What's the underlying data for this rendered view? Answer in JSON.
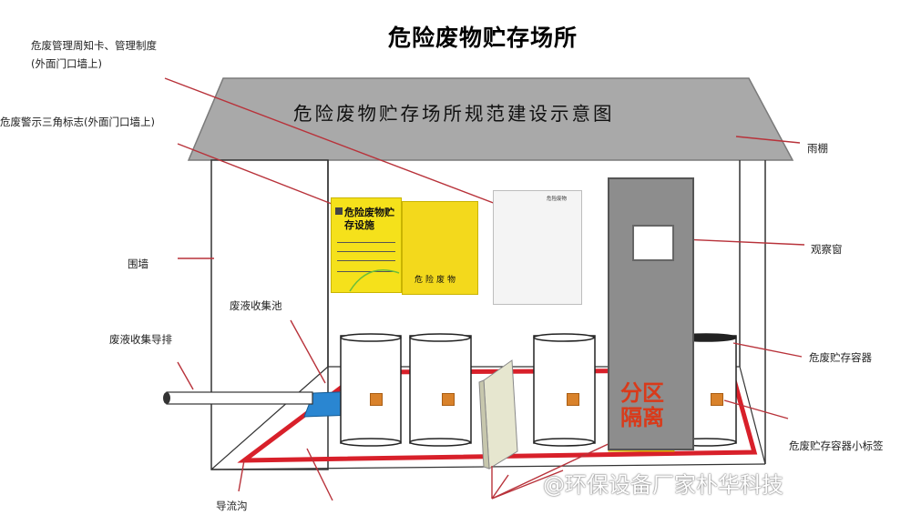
{
  "title": "危险废物贮存场所",
  "roof_title": "危险废物贮存场所规范建设示意图",
  "labels": {
    "management_card_line1": "危废管理周知卡、管理制度",
    "management_card_line2": "(外面门口墙上)",
    "warning_sign": "危废警示三角标志(外面门口墙上)",
    "canopy": "雨棚",
    "observation_window": "观察窗",
    "enclosure_wall": "围墙",
    "waste_liquid_pool": "废液收集池",
    "waste_liquid_drain": "废液收集导排",
    "storage_container": "危废贮存容器",
    "container_label": "危废贮存容器小标签",
    "diversion_trench": "导流沟"
  },
  "board": {
    "heading": "危险废物贮存设施",
    "warning_caption": "危险废物"
  },
  "notice": {
    "heading": "危险废物"
  },
  "separation": {
    "text": "分区隔离"
  },
  "watermark": "@环保设备厂家朴华科技",
  "colors": {
    "roof": "#a9a9a9",
    "leader_line": "#b8323a",
    "trench": "#d8202a",
    "sign_yellow": "#f3d91c",
    "pool_blue": "#2a86d1",
    "door": "#8d8d8d",
    "container_label": "#d9822b"
  }
}
